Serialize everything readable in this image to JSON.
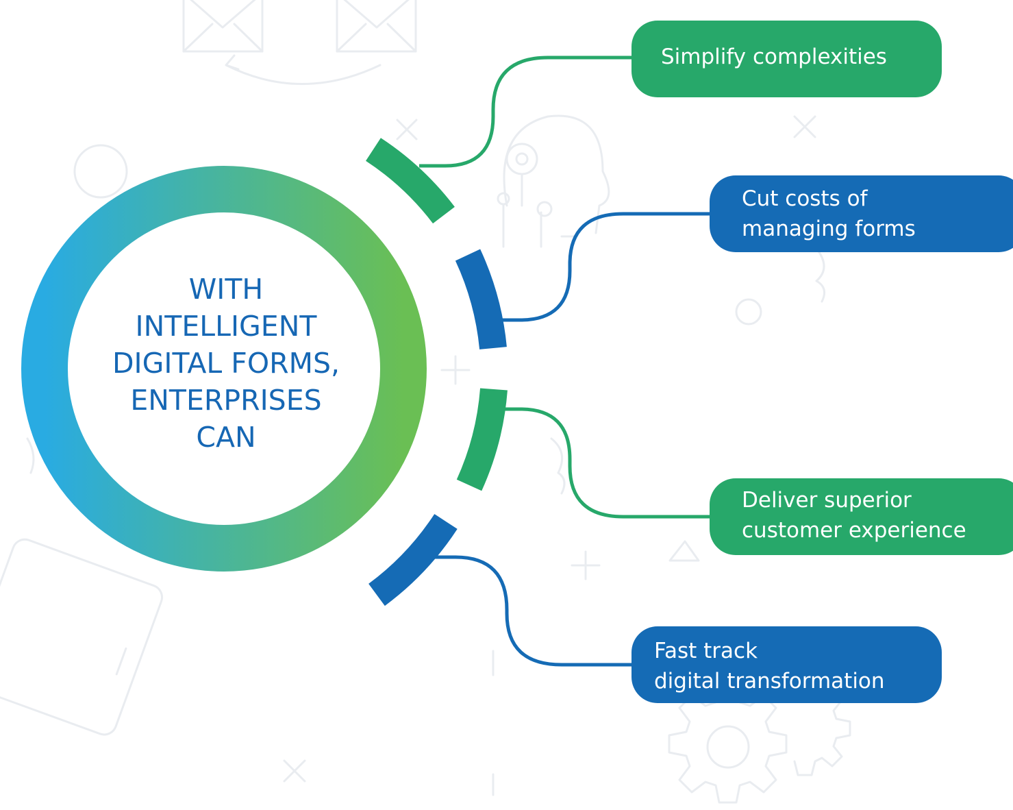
{
  "center": {
    "lines": [
      "WITH",
      "INTELLIGENT",
      "DIGITAL FORMS,",
      "ENTERPRISES",
      "CAN"
    ]
  },
  "items": [
    {
      "lines": [
        "Simplify complexities"
      ],
      "color": "#27a86a"
    },
    {
      "lines": [
        "Cut costs of",
        "managing forms"
      ],
      "color": "#156bb5"
    },
    {
      "lines": [
        "Deliver superior",
        "customer experience"
      ],
      "color": "#27a86a"
    },
    {
      "lines": [
        "Fast track",
        "digital transformation"
      ],
      "color": "#156bb5"
    }
  ],
  "colors": {
    "green": "#27a86a",
    "blue": "#156bb5",
    "ring_gradient_start": "#29abe2",
    "ring_gradient_end": "#6abf54",
    "title_text": "#1667b4"
  },
  "icons": [
    "envelope-icon",
    "circular-arrow-icon",
    "head-circuit-icon",
    "gear-icon",
    "tablet-icon",
    "plus-icon",
    "cross-icon",
    "triangle-icon",
    "circle-icon"
  ]
}
